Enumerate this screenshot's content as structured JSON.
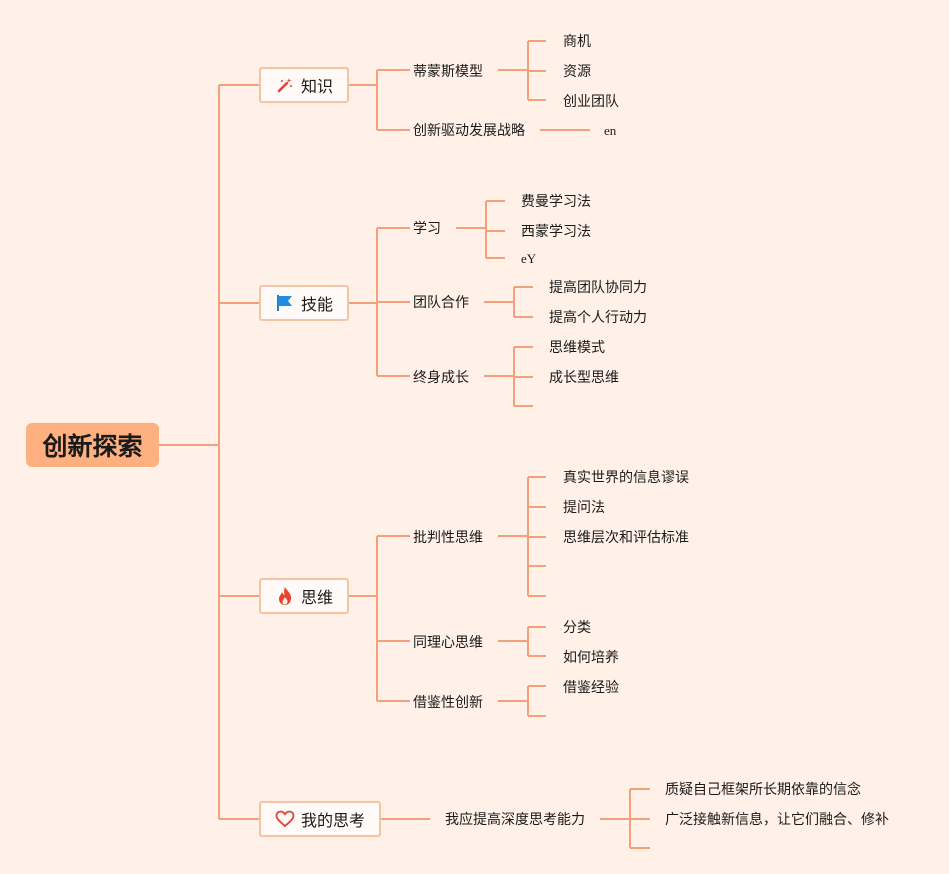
{
  "root": {
    "label": "创新探索"
  },
  "colors": {
    "line": "#f4a07c",
    "root_bg": "#ffb080",
    "background": "#fff1e8"
  },
  "branches": [
    {
      "label": "知识",
      "icon": "magic-wand-icon",
      "children": [
        {
          "label": "蒂蒙斯模型",
          "children": [
            "商机",
            "资源",
            "创业团队"
          ]
        },
        {
          "label": "创新驱动发展战略",
          "children": [
            "en"
          ]
        }
      ]
    },
    {
      "label": "技能",
      "icon": "flag-icon",
      "children": [
        {
          "label": "学习",
          "children": [
            "费曼学习法",
            "西蒙学习法",
            "eY"
          ]
        },
        {
          "label": "团队合作",
          "children": [
            "提高团队协同力",
            "提高个人行动力"
          ]
        },
        {
          "label": "终身成长",
          "children": [
            "思维模式",
            "成长型思维",
            ""
          ]
        }
      ]
    },
    {
      "label": "思维",
      "icon": "fire-icon",
      "children": [
        {
          "label": "批判性思维",
          "children": [
            "真实世界的信息谬误",
            "提问法",
            "思维层次和评估标准",
            "",
            ""
          ]
        },
        {
          "label": "同理心思维",
          "children": [
            "分类",
            "如何培养"
          ]
        },
        {
          "label": "借鉴性创新",
          "children": [
            "借鉴经验",
            ""
          ]
        }
      ]
    },
    {
      "label": "我的思考",
      "icon": "heart-icon",
      "children": [
        {
          "label": "我应提高深度思考能力",
          "children": [
            "质疑自己框架所长期依靠的信念",
            "广泛接触新信息，让它们融合、修补",
            ""
          ]
        }
      ]
    }
  ]
}
